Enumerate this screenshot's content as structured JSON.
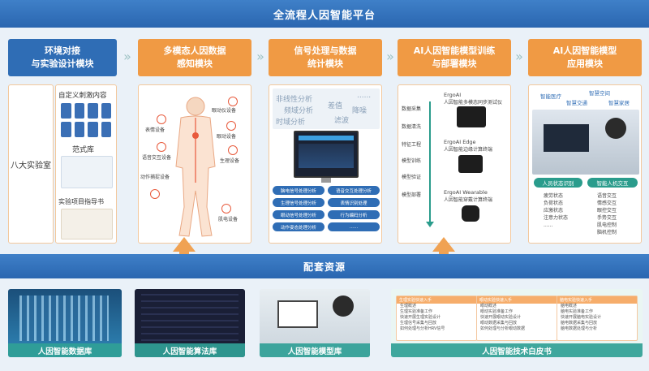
{
  "header": {
    "title": "全流程人因智能平台"
  },
  "modules": [
    {
      "line1": "环境对接",
      "line2": "与实验设计模块",
      "color": "#2f6db5"
    },
    {
      "line1": "多模态人因数据",
      "line2": "感知模块",
      "color": "#f09a44"
    },
    {
      "line1": "信号处理与数据",
      "line2": "统计模块",
      "color": "#f09a44"
    },
    {
      "line1": "AI人因智能模型训练",
      "line2": "与部署模块",
      "color": "#f09a44"
    },
    {
      "line1": "AI人因智能模型",
      "line2": "应用模块",
      "color": "#f09a44"
    }
  ],
  "lab_panel": {
    "label": "八大实验室"
  },
  "design_panel": {
    "stimulus_title": "自定义刺激内容",
    "paradigm_title": "范式库",
    "guide_title": "实验项目指导书"
  },
  "sensing_panel": {
    "labels": [
      "眼动仪设备",
      "表情设备",
      "眼动设备",
      "语音交互设备",
      "生理设备",
      "动作捕捉设备",
      "肌电设备"
    ]
  },
  "signal_panel": {
    "words": [
      "非线性分析",
      "频域分析",
      "时域分析",
      "差值",
      "降噪",
      "滤波",
      "......"
    ],
    "pills": [
      "脑电信号处理分析",
      "语音交互处理分析",
      "生理信号处理分析",
      "表情识别处理",
      "眼动信号处理分析",
      "行为编码分析",
      "动作姿态处理分析",
      "......"
    ]
  },
  "training_panel": {
    "steps": [
      "数据采集",
      "数据清洗",
      "特征工程",
      "模型训练",
      "模型验证",
      "模型部署"
    ],
    "products": [
      {
        "name": "ErgoAI",
        "desc": "人因智能多模态同步测试仪"
      },
      {
        "name": "ErgoAI Edge",
        "desc": "人因智能边缘计算终端"
      },
      {
        "name": "ErgoAI Wearable",
        "desc": "人因智能穿戴计算终端"
      }
    ]
  },
  "application_panel": {
    "tags": [
      "智能医疗",
      "智慧空间",
      "智慧交通",
      "智慧家居"
    ],
    "state_title": "人员状态识别",
    "interaction_title": "智能人机交互",
    "states": [
      "疲劳状态",
      "负荷状态",
      "应激状态",
      "注意力状态",
      "......"
    ],
    "interactions": [
      "语音交互",
      "情感交互",
      "眼控交互",
      "手势交互",
      "肌电控制",
      "脑机控制"
    ]
  },
  "resources": {
    "title": "配套资源",
    "cards": [
      "人因智能数据库",
      "人因智能算法库",
      "人因智能模型库",
      "人因智能技术白皮书"
    ],
    "whitepaper_cols": [
      {
        "head": "生理实验快速入手",
        "lines": [
          "生理概述",
          "生理实验准备工作",
          "快速开展生理实验设计",
          "生理信号采集与回放",
          "如何处理与分析HRV信号"
        ]
      },
      {
        "head": "眼动实验快速入手",
        "lines": [
          "眼动概述",
          "眼动实验准备工作",
          "快速开展眼动实验设计",
          "眼动数据采集与回放",
          "如何处理与分析眼动数据"
        ]
      },
      {
        "head": "脑电实验快速入手",
        "lines": [
          "脑电概述",
          "脑电实验准备工作",
          "快速开展脑电实验设计",
          "脑电数据采集与回放",
          "脑电数据处理与分析"
        ]
      }
    ]
  }
}
